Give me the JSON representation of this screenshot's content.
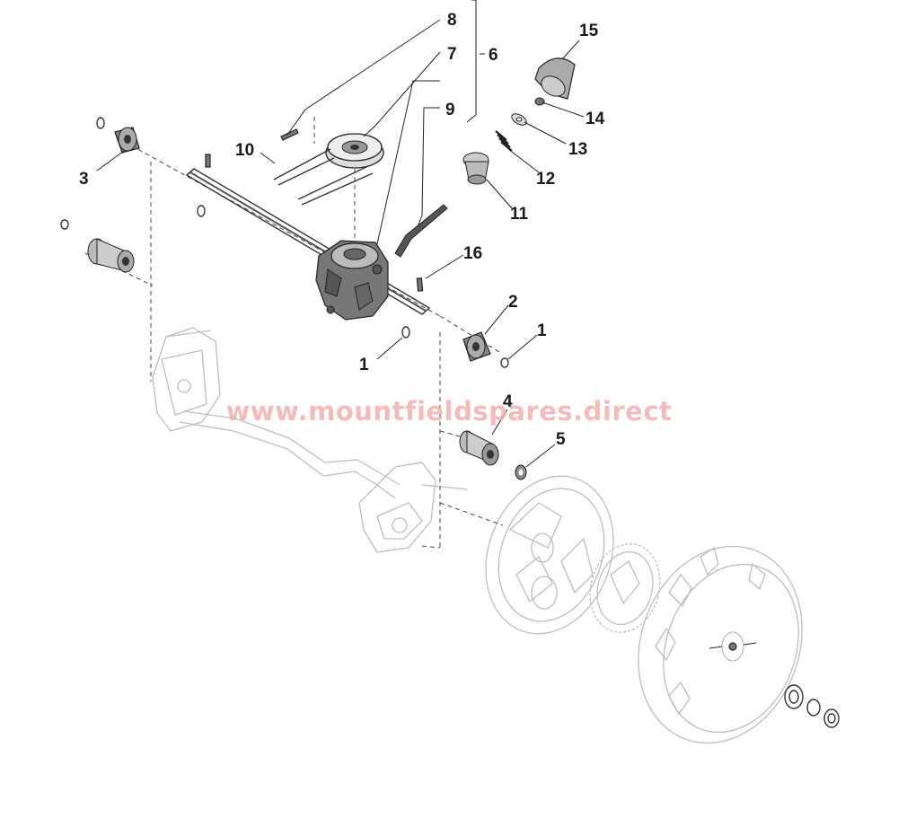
{
  "diagram": {
    "watermark": "www.mountfieldspares.direct",
    "callouts": [
      {
        "id": "c1a",
        "label": "1"
      },
      {
        "id": "c1b",
        "label": "1"
      },
      {
        "id": "c2",
        "label": "2"
      },
      {
        "id": "c3",
        "label": "3"
      },
      {
        "id": "c4",
        "label": "4"
      },
      {
        "id": "c5",
        "label": "5"
      },
      {
        "id": "c6",
        "label": "6"
      },
      {
        "id": "c7",
        "label": "7"
      },
      {
        "id": "c8",
        "label": "8"
      },
      {
        "id": "c9",
        "label": "9"
      },
      {
        "id": "c10",
        "label": "10"
      },
      {
        "id": "c11",
        "label": "11"
      },
      {
        "id": "c12",
        "label": "12"
      },
      {
        "id": "c13",
        "label": "13"
      },
      {
        "id": "c14",
        "label": "14"
      },
      {
        "id": "c15",
        "label": "15"
      },
      {
        "id": "c16",
        "label": "16"
      }
    ]
  }
}
